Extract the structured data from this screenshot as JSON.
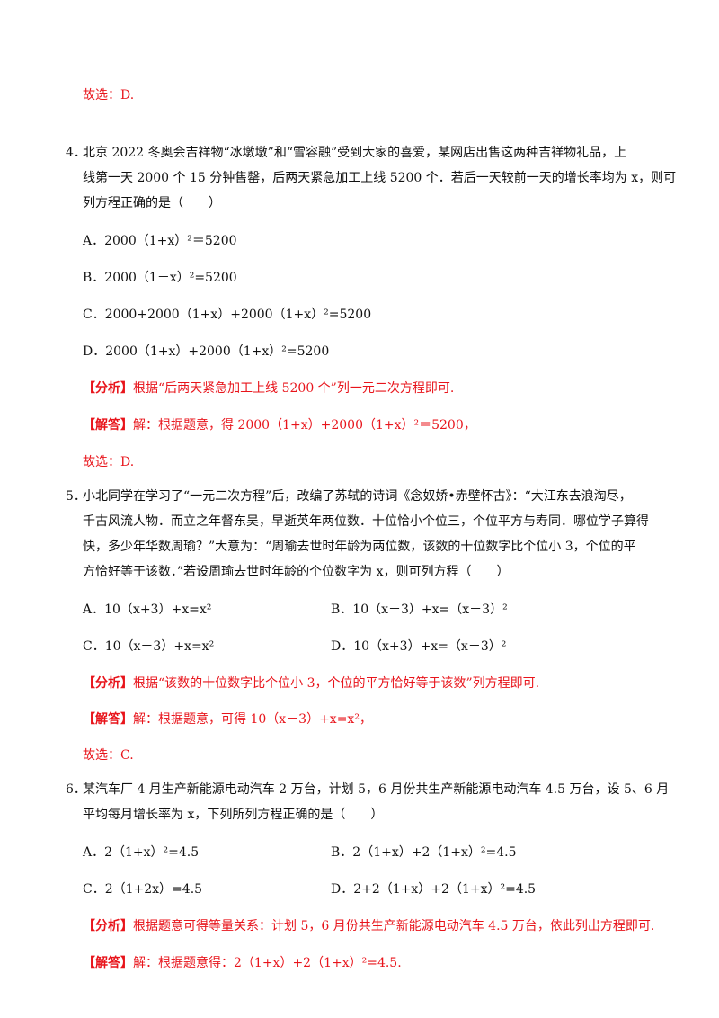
{
  "blocks": {
    "q3_answer": "故选：D.",
    "q4": {
      "number": "4．",
      "text": [
        "北京 2022 冬奥会吉祥物“冰墩墩”和“雪容融”受到大家的喜爱，某网店出售这两种吉祥物礼品，上",
        "线第一天 2000 个 15 分钟售罄，后两天紧急加工上线 5200 个．若后一天较前一天的增长率均为 x，则可",
        "列方程正确的是（　　）"
      ],
      "options": [
        "A．2000（1+x）²＝5200",
        "B．2000（1－x）²=5200",
        "C．2000+2000（1+x）+2000（1+x）²=5200",
        "D．2000（1+x）+2000（1+x）²=5200"
      ],
      "analysis_tag": "【分析】",
      "analysis": "根据“后两天紧急加工上线 5200 个”列一元二次方程即可.",
      "solution_tag": "【解答】",
      "solution": "解：根据题意，得 2000（1+x）+2000（1+x）²＝5200，",
      "answer": "故选：D."
    },
    "q5": {
      "number": "5．",
      "text": [
        "小北同学在学习了“一元二次方程”后，改编了苏轼的诗词《念奴娇•赤壁怀古》：“大江东去浪淘尽，",
        "千古风流人物．而立之年督东吴，早逝英年两位数．十位恰小个位三，个位平方与寿同．哪位学子算得",
        "快，多少年华数周瑜？”大意为：“周瑜去世时年龄为两位数，该数的十位数字比个位小 3，个位的平",
        "方恰好等于该数．”若设周瑜去世时年龄的个位数字为 x，则可列方程（　　）"
      ],
      "options": [
        "A．10（x+3）+x=x²",
        "B．10（x－3）+x=（x－3）²",
        "C．10（x－3）+x=x²",
        "D．10（x+3）+x=（x－3）²"
      ],
      "analysis_tag": "【分析】",
      "analysis": "根据“该数的十位数字比个位小 3，个位的平方恰好等于该数”列方程即可.",
      "solution_tag": "【解答】",
      "solution": "解：根据题意，可得 10（x－3）+x=x²，",
      "answer": "故选：C."
    },
    "q6": {
      "number": "6．",
      "text": [
        "某汽车厂 4 月生产新能源电动汽车 2 万台，计划 5，6 月份共生产新能源电动汽车 4.5 万台，设 5、6 月",
        "平均每月增长率为 x，下列所列方程正确的是（　　）"
      ],
      "options": [
        "A．2（1+x）²=4.5",
        "B．2（1+x）+2（1+x）²=4.5",
        "C．2（1+2x）=4.5",
        "D．2+2（1+x）+2（1+x）²=4.5"
      ],
      "analysis_tag": "【分析】",
      "analysis": "根据题意可得等量关系：计划 5，6 月份共生产新能源电动汽车 4.5 万台，依此列出方程即可.",
      "solution_tag": "【解答】",
      "solution": "解：根据题意得：2（1+x）+2（1+x）²=4.5."
    }
  },
  "colors": {
    "answer_red": "#e8141b",
    "text": "#111111"
  }
}
